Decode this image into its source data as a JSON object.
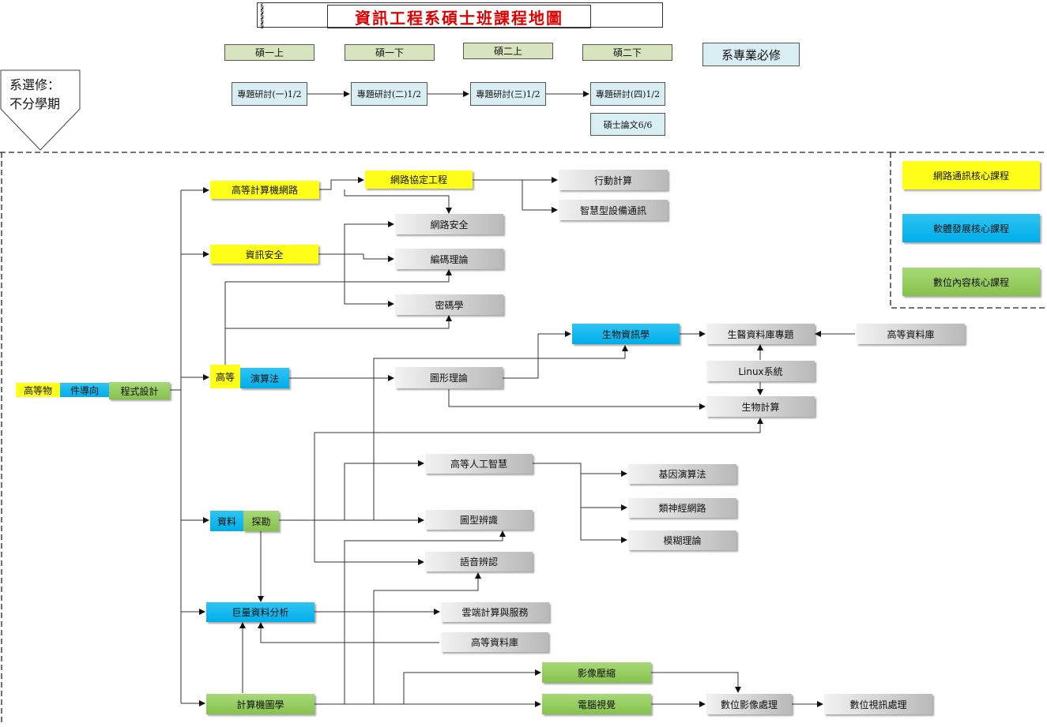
{
  "title": "資訊工程系碩士班課程地圖",
  "semesters": [
    "碩一上",
    "碩一下",
    "碩二上",
    "碩二下"
  ],
  "required_legend": "系專業必修",
  "required_courses": [
    "專題研討(一)1/2",
    "專題研討(二)1/2",
    "專題研討(三)1/2",
    "專題研討(四)1/2",
    "碩士論文6/6"
  ],
  "elective_note": [
    "系選修：",
    "不分學期"
  ],
  "legend": {
    "network": "網路通訊核心課程",
    "software": "軟體發展核心課程",
    "digital": "數位內容核心課程"
  },
  "colors": {
    "network": "#ffff19",
    "software": "#00aeea",
    "digital": "#86c24d",
    "other": "#bfbfbf"
  },
  "prereq": [
    "高等物",
    "件導向",
    "程式設計"
  ],
  "courses": {
    "adv_network": "高等計算機網路",
    "protocol_eng": "網路協定工程",
    "mobile": "行動計算",
    "smart_device": "智慧型設備通訊",
    "net_security": "網路安全",
    "info_security": "資訊安全",
    "coding_theory": "編碼理論",
    "cryptography": "密碼學",
    "algo_a": "高等",
    "algo_b": "演算法",
    "graph_theory": "圖形理論",
    "bioinformatics": "生物資訊學",
    "biomed_db": "生醫資料庫專題",
    "adv_db_1": "高等資料庫",
    "linux": "Linux系統",
    "bio_computing": "生物計算",
    "adv_ai": "高等人工智慧",
    "genetic": "基因演算法",
    "neural": "類神經網路",
    "fuzzy": "模糊理論",
    "dm_a": "資料",
    "dm_b": "探勘",
    "pattern": "圖型辨識",
    "speech": "語音辨認",
    "big_data": "巨量資料分析",
    "cloud": "雲端計算與服務",
    "adv_db_2": "高等資料庫",
    "graphics": "計算機圖學",
    "img_compress": "影像壓縮",
    "cv": "電腦視覺",
    "dip": "數位影像處理",
    "dvp": "數位視訊處理"
  }
}
